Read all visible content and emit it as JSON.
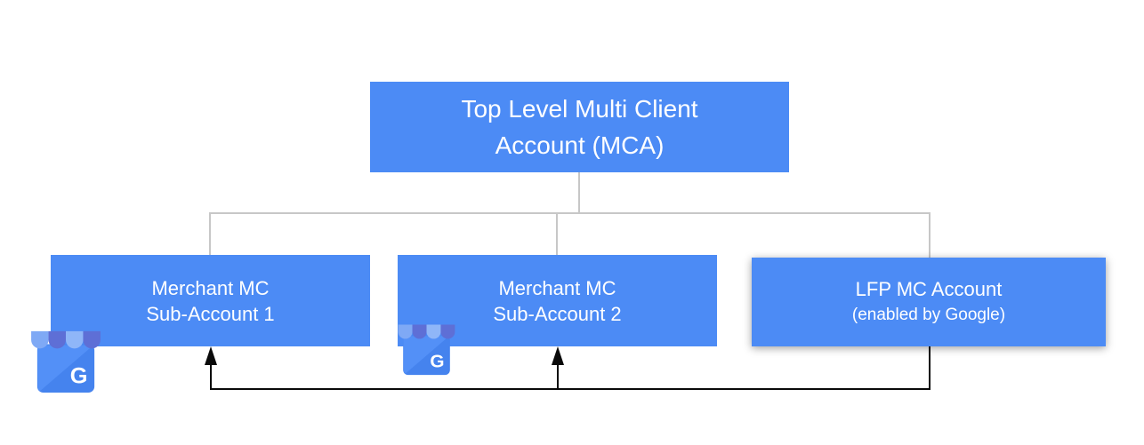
{
  "nodes": {
    "root": {
      "line1": "Top Level Multi Client",
      "line2": "Account (MCA)"
    },
    "merchant1": {
      "line1": "Merchant MC",
      "line2": "Sub-Account 1"
    },
    "merchant2": {
      "line1": "Merchant MC",
      "line2": "Sub-Account 2"
    },
    "lfp": {
      "line1": "LFP MC Account",
      "line2": "(enabled by Google)"
    }
  },
  "icons": {
    "google_business_letter": "G",
    "google_business_icon": "google-my-business-storefront-icon"
  },
  "connectors": {
    "tree_style": "gray elbow lines from root to three children",
    "flow_style": "black elbow line from LFP MC Account bottom, with upward arrows into Sub-Account 1 and Sub-Account 2"
  },
  "colors": {
    "node_fill": "#4C8BF5",
    "node_text": "#FFFFFF",
    "tree_connector": "#C7C7C7",
    "flow_connector": "#0A0A0A",
    "gmb_body": "#4583EE",
    "gmb_body_highlight": "#5390F7",
    "gmb_stripe_light": "#7FA9F5",
    "gmb_stripe_light2": "#8FB6F8",
    "gmb_stripe_dark": "#5E6FD6",
    "background": "#FFFFFF"
  }
}
